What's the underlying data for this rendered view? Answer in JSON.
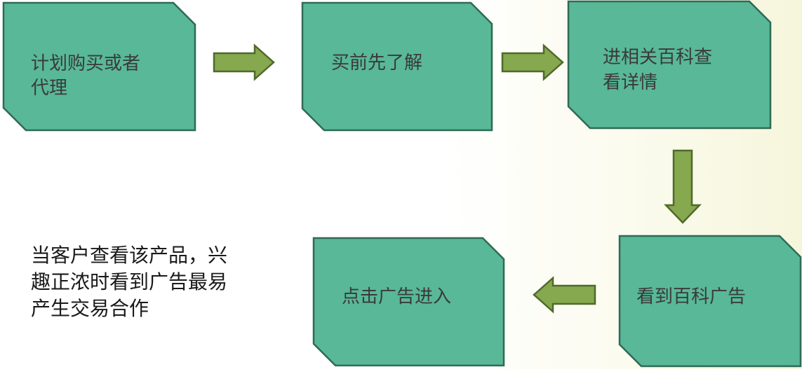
{
  "colors": {
    "box_fill": "#58b897",
    "box_stroke": "#2f6a55",
    "arrow_fill": "#86a84e",
    "arrow_stroke": "#4f6a2b",
    "text": "#3a3a3a"
  },
  "steps": [
    {
      "lines": [
        "计划购买或者",
        "代理"
      ]
    },
    {
      "lines": [
        "买前先了解"
      ]
    },
    {
      "lines": [
        "进相关百科查",
        "看详情"
      ]
    },
    {
      "lines": [
        "看到百科广告"
      ]
    },
    {
      "lines": [
        "点击广告进入"
      ]
    }
  ],
  "note": {
    "lines": [
      "当客户查看该产品，兴",
      "趣正浓时看到广告最易",
      "产生交易合作"
    ]
  }
}
